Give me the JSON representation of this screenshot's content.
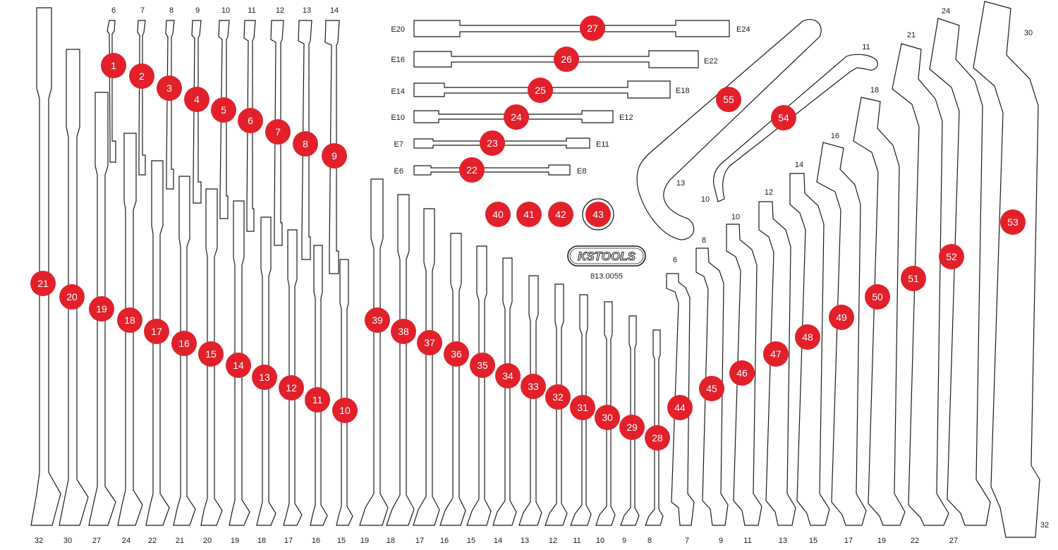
{
  "brand": {
    "logo_text": "KSTOOLS",
    "article_number": "813.0055",
    "colors": {
      "marker": "#e2202a",
      "marker_text": "#ffffff",
      "outline": "#1a1a1a",
      "background": "#ffffff"
    }
  },
  "combination_wrenches_upper": [
    {
      "pos": "1",
      "size": "6"
    },
    {
      "pos": "2",
      "size": "7"
    },
    {
      "pos": "3",
      "size": "8"
    },
    {
      "pos": "4",
      "size": "9"
    },
    {
      "pos": "5",
      "size": "10"
    },
    {
      "pos": "6",
      "size": "11"
    },
    {
      "pos": "7",
      "size": "12"
    },
    {
      "pos": "8",
      "size": "13"
    },
    {
      "pos": "9",
      "size": "14"
    }
  ],
  "combination_wrenches_lower": [
    {
      "pos": "21",
      "size": "32"
    },
    {
      "pos": "20",
      "size": "30"
    },
    {
      "pos": "19",
      "size": "27"
    },
    {
      "pos": "18",
      "size": "24"
    },
    {
      "pos": "17",
      "size": "22"
    },
    {
      "pos": "16",
      "size": "21"
    },
    {
      "pos": "15",
      "size": "20"
    },
    {
      "pos": "14",
      "size": "19"
    },
    {
      "pos": "13",
      "size": "18"
    },
    {
      "pos": "12",
      "size": "17"
    },
    {
      "pos": "11",
      "size": "16"
    },
    {
      "pos": "10",
      "size": "15"
    }
  ],
  "combination_wrenches_middle": [
    {
      "pos": "39",
      "size": "19"
    },
    {
      "pos": "38",
      "size": "18"
    },
    {
      "pos": "37",
      "size": "17"
    },
    {
      "pos": "36",
      "size": "16"
    },
    {
      "pos": "35",
      "size": "15"
    },
    {
      "pos": "34",
      "size": "14"
    },
    {
      "pos": "33",
      "size": "13"
    },
    {
      "pos": "32",
      "size": "12"
    },
    {
      "pos": "31",
      "size": "11"
    },
    {
      "pos": "30",
      "size": "10"
    },
    {
      "pos": "29",
      "size": "9"
    },
    {
      "pos": "28",
      "size": "8"
    }
  ],
  "torx_wrenches": [
    {
      "pos": "27",
      "left": "E20",
      "right": "E24"
    },
    {
      "pos": "26",
      "left": "E16",
      "right": "E22"
    },
    {
      "pos": "25",
      "left": "E14",
      "right": "E18"
    },
    {
      "pos": "24",
      "left": "E10",
      "right": "E12"
    },
    {
      "pos": "23",
      "left": "E7",
      "right": "E11"
    },
    {
      "pos": "22",
      "left": "E6",
      "right": "E8"
    }
  ],
  "small_items": [
    {
      "pos": "40"
    },
    {
      "pos": "41"
    },
    {
      "pos": "42"
    },
    {
      "pos": "43"
    }
  ],
  "hook_wrenches": [
    {
      "pos": "55",
      "size_a": "13"
    },
    {
      "pos": "54",
      "size_a": "11",
      "size_b": "10"
    }
  ],
  "offset_ring_wrenches": [
    {
      "pos": "44",
      "top": "6",
      "bottom": "7"
    },
    {
      "pos": "45",
      "top": "8",
      "bottom": "9"
    },
    {
      "pos": "46",
      "top": "10",
      "bottom": "11"
    },
    {
      "pos": "47",
      "top": "12",
      "bottom": "13"
    },
    {
      "pos": "48",
      "top": "14",
      "bottom": "15"
    },
    {
      "pos": "49",
      "top": "16",
      "bottom": "17"
    },
    {
      "pos": "50",
      "top": "18",
      "bottom": "19"
    },
    {
      "pos": "51",
      "top": "21",
      "bottom": "22"
    },
    {
      "pos": "52",
      "top": "24",
      "bottom": "27"
    },
    {
      "pos": "53",
      "top": "30",
      "bottom": "32"
    }
  ]
}
